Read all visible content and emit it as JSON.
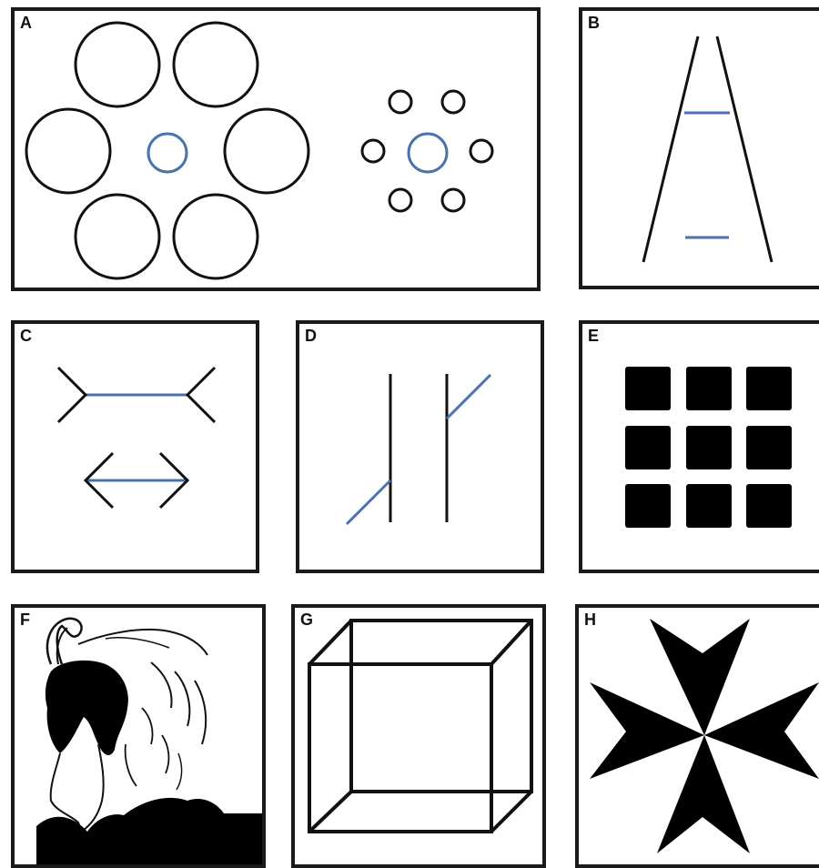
{
  "panels": {
    "a": {
      "label": "A"
    },
    "b": {
      "label": "B"
    },
    "c": {
      "label": "C"
    },
    "d": {
      "label": "D"
    },
    "e": {
      "label": "E"
    },
    "f": {
      "label": "F"
    },
    "g": {
      "label": "G"
    },
    "h": {
      "label": "H"
    }
  },
  "colors": {
    "line": "#111111",
    "accent": "#4a72ad"
  }
}
